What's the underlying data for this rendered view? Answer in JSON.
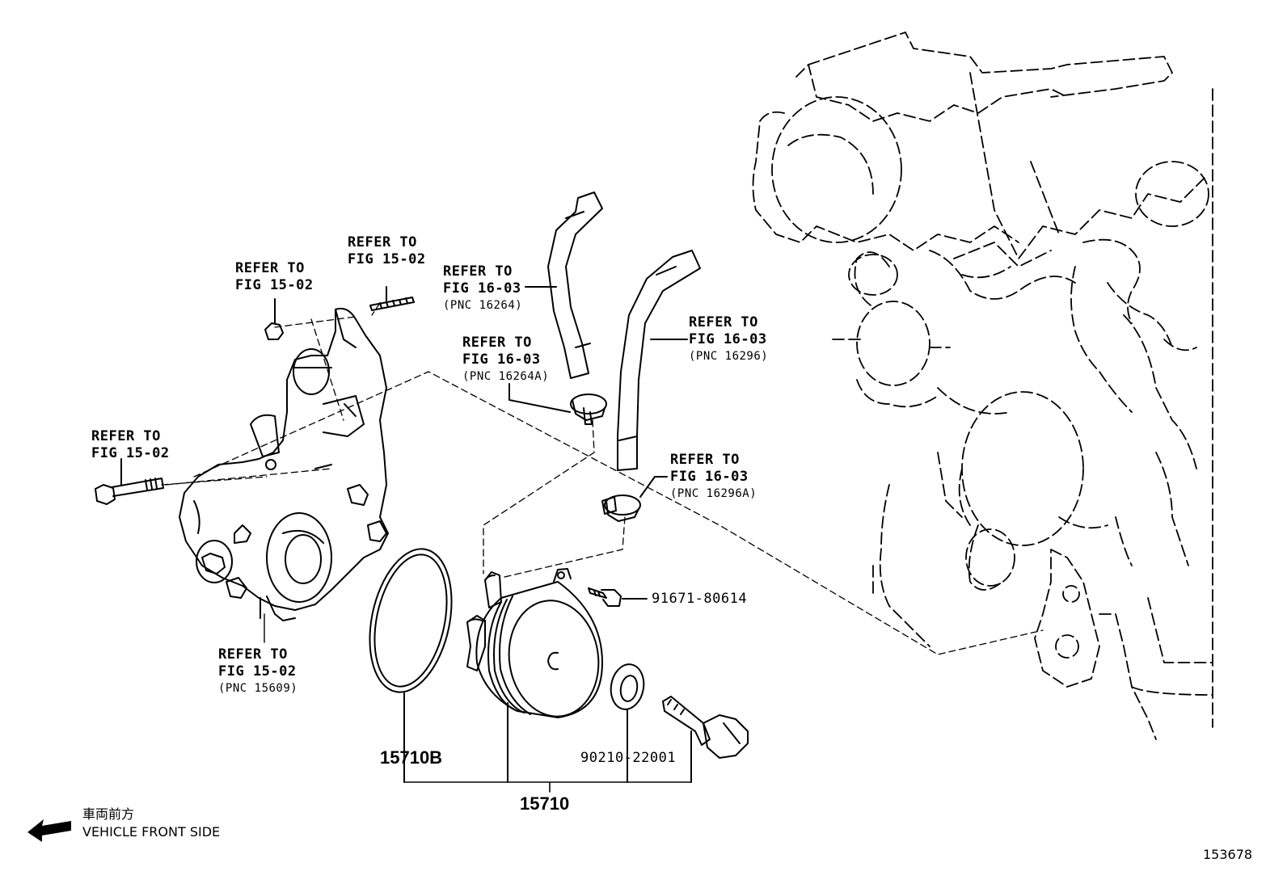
{
  "callouts": [
    {
      "id": "stud",
      "line1": "REFER TO",
      "line2": "FIG 15-02",
      "pnc": ""
    },
    {
      "id": "nut",
      "line1": "REFER TO",
      "line2": "FIG 15-02",
      "pnc": ""
    },
    {
      "id": "bolt",
      "line1": "REFER TO",
      "line2": "FIG 15-02",
      "pnc": ""
    },
    {
      "id": "pump",
      "line1": "REFER TO",
      "line2": "FIG 15-02",
      "pnc": "(PNC 15609)"
    },
    {
      "id": "hose1",
      "line1": "REFER TO",
      "line2": "FIG 16-03",
      "pnc": "(PNC 16264)"
    },
    {
      "id": "clamp1",
      "line1": "REFER TO",
      "line2": "FIG 16-03",
      "pnc": "(PNC 16264A)"
    },
    {
      "id": "hose2",
      "line1": "REFER TO",
      "line2": "FIG 16-03",
      "pnc": "(PNC 16296)"
    },
    {
      "id": "clamp2",
      "line1": "REFER TO",
      "line2": "FIG 16-03",
      "pnc": "(PNC 16296A)"
    }
  ],
  "parts": {
    "bolt_no": "91671-80614",
    "gasket_no": "90210-22001",
    "oring_no": "15710B",
    "assembly_no": "15710"
  },
  "front_label": {
    "jp": "車両前方",
    "en": "VEHICLE FRONT SIDE"
  },
  "illustration_no": "153678"
}
